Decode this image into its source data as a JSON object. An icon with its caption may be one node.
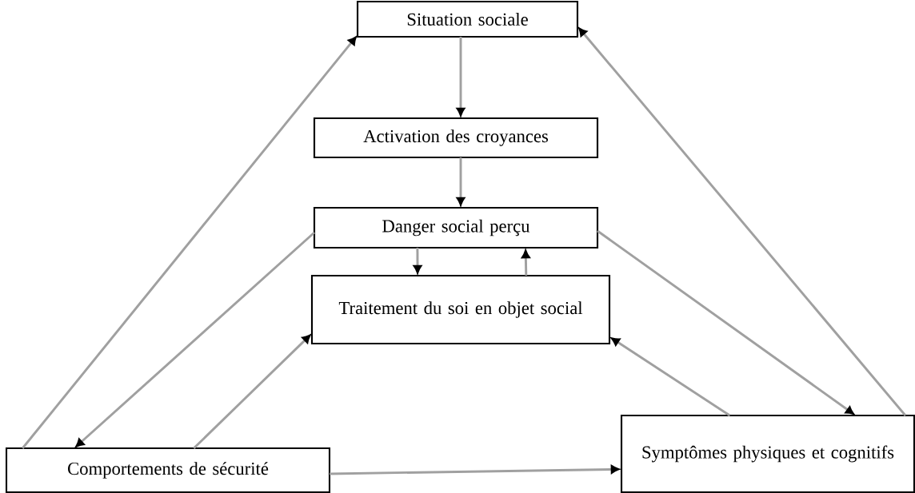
{
  "diagram": {
    "nodes": [
      {
        "text": [
          "Situation sociale"
        ]
      },
      {
        "text": [
          "Activation des croyances"
        ]
      },
      {
        "text": [
          "Danger social perçu"
        ]
      },
      {
        "text": [
          "Traitement du soi en objet social"
        ]
      },
      {
        "text": [
          "Comportements de sécurité"
        ]
      },
      {
        "text": [
          "Symptômes physiques et cognitifs"
        ]
      }
    ],
    "edges": [
      {
        "from": 0,
        "to": 1,
        "arrow": "to"
      },
      {
        "from": 1,
        "to": 2,
        "arrow": "to"
      },
      {
        "from": 2,
        "to": 3,
        "arrow": "to"
      },
      {
        "from": 3,
        "to": 2,
        "arrow": "to"
      },
      {
        "from": 4,
        "to": 0,
        "arrow": "to"
      },
      {
        "from": 5,
        "to": 0,
        "arrow": "to"
      },
      {
        "from": 2,
        "to": 4,
        "arrow": "to"
      },
      {
        "from": 4,
        "to": 3,
        "arrow": "to"
      },
      {
        "from": 2,
        "to": 5,
        "arrow": "to"
      },
      {
        "from": 5,
        "to": 3,
        "arrow": "to"
      },
      {
        "from": 4,
        "to": 5,
        "arrow": "to"
      }
    ]
  }
}
